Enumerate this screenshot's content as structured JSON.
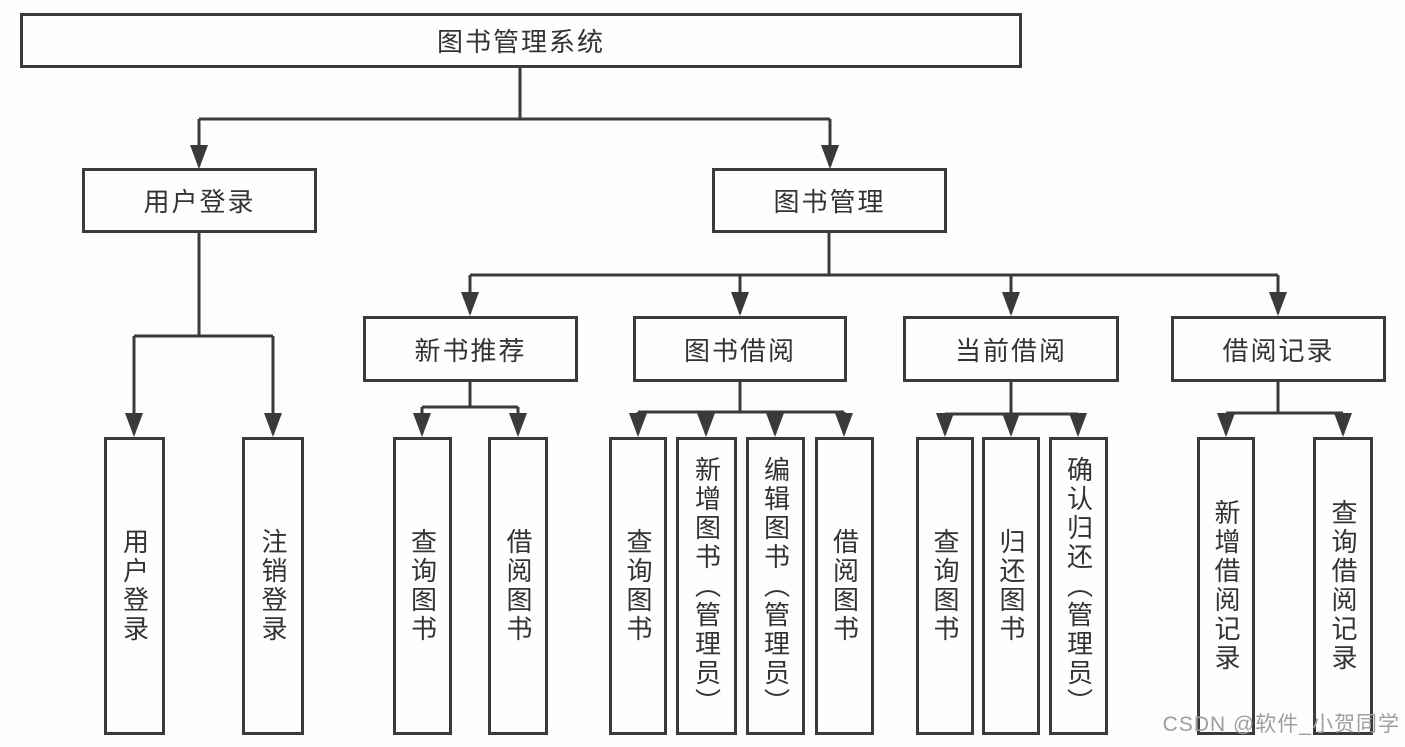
{
  "diagram": {
    "root": {
      "label": "图书管理系统"
    },
    "level2": [
      {
        "label": "用户登录"
      },
      {
        "label": "图书管理"
      }
    ],
    "level3": [
      {
        "label": "新书推荐"
      },
      {
        "label": "图书借阅"
      },
      {
        "label": "当前借阅"
      },
      {
        "label": "借阅记录"
      }
    ],
    "leaves": [
      {
        "label": "用户登录"
      },
      {
        "label": "注销登录"
      },
      {
        "label": "查询图书"
      },
      {
        "label": "借阅图书"
      },
      {
        "label": "查询图书"
      },
      {
        "label": "新增图书（管理员）"
      },
      {
        "label": "编辑图书（管理员）"
      },
      {
        "label": "借阅图书"
      },
      {
        "label": "查询图书"
      },
      {
        "label": "归还图书"
      },
      {
        "label": "确认归还（管理员）"
      },
      {
        "label": "新增借阅记录"
      },
      {
        "label": "查询借阅记录"
      }
    ],
    "watermark": "CSDN @软件_小贺同学",
    "colors": {
      "line": "#3a3a3a",
      "text": "#333333",
      "watermark": "#9e9e9e",
      "background": "#fdfdfd"
    }
  }
}
